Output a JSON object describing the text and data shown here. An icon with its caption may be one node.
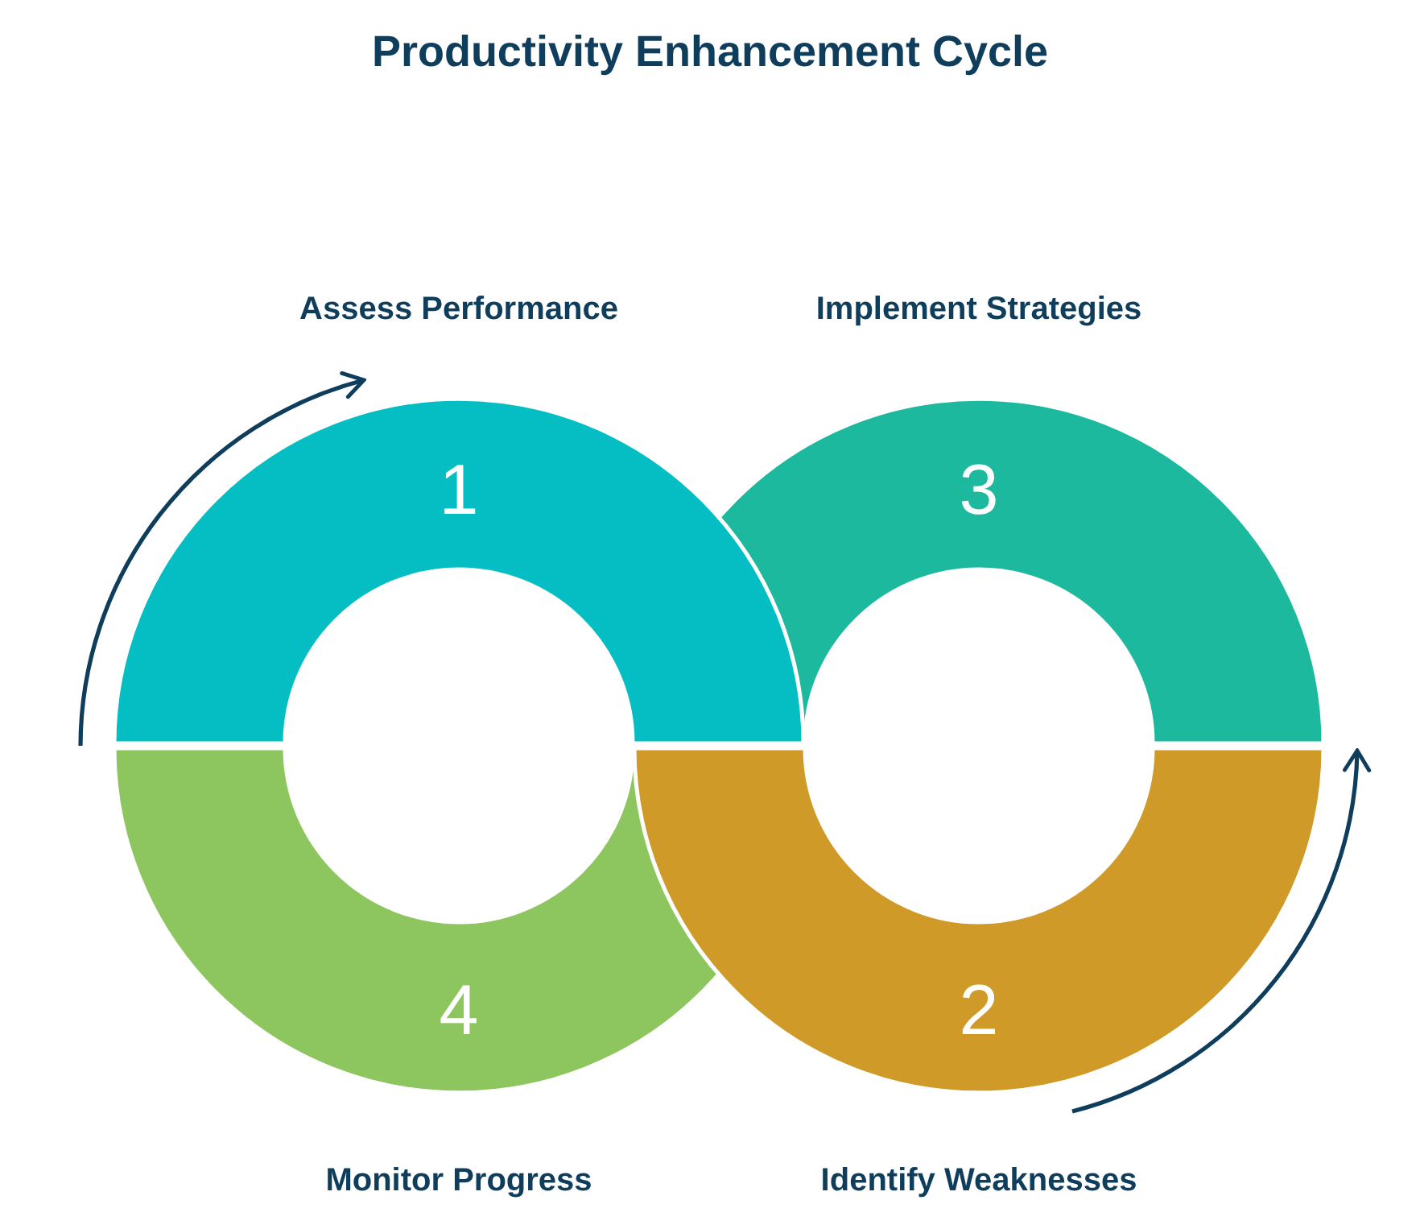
{
  "diagram": {
    "title": "Productivity Enhancement Cycle",
    "nodes": [
      {
        "text": [
          "1"
        ],
        "beside": [
          "Assess Performance"
        ]
      },
      {
        "text": [
          "3"
        ],
        "beside": [
          "Implement Strategies"
        ]
      },
      {
        "text": [
          "4"
        ],
        "beside": [
          "Monitor Progress"
        ]
      },
      {
        "text": [
          "2"
        ],
        "beside": [
          "Identify Weaknesses"
        ]
      }
    ]
  }
}
